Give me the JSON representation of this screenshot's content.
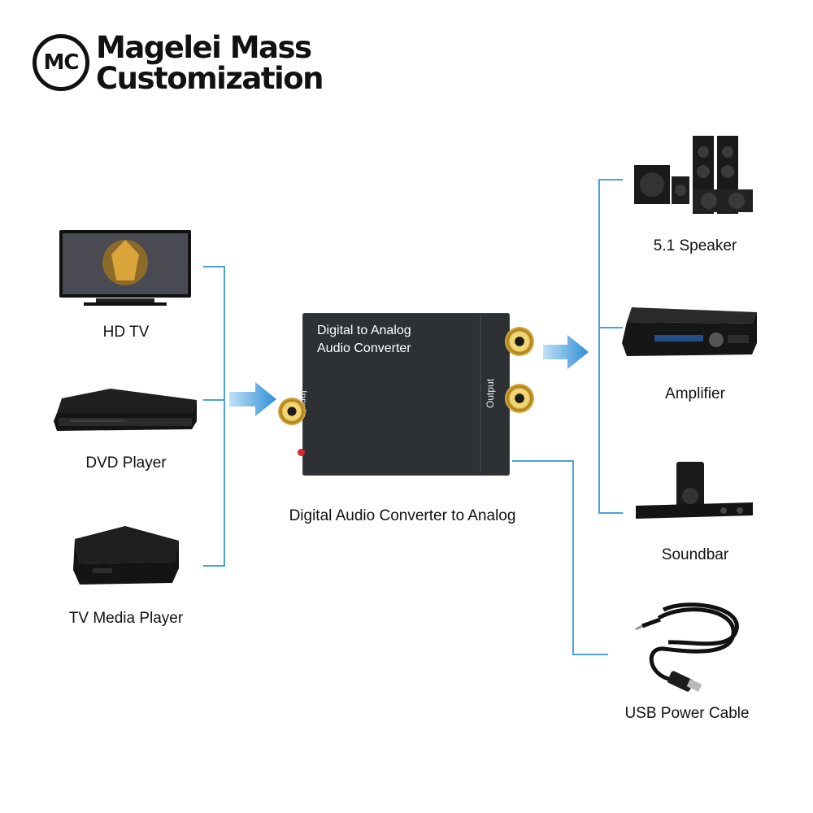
{
  "brand": {
    "monogram": "MC",
    "line1": "Magelei Mass",
    "line2": "Customization"
  },
  "inputs": [
    {
      "label": "HD TV",
      "icon": "tv-icon"
    },
    {
      "label": "DVD Player",
      "icon": "dvd-player-icon"
    },
    {
      "label": "TV Media Player",
      "icon": "media-player-icon"
    }
  ],
  "converter": {
    "title_line1": "Digital to Analog",
    "title_line2": "Audio Converter",
    "input_label": "Input",
    "output_label": "Output",
    "caption": "Digital Audio Converter to Analog"
  },
  "outputs": [
    {
      "label": "5.1 Speaker",
      "icon": "speaker-system-icon"
    },
    {
      "label": "Amplifier",
      "icon": "amplifier-icon"
    },
    {
      "label": "Soundbar",
      "icon": "soundbar-icon"
    },
    {
      "label": "USB Power Cable",
      "icon": "usb-cable-icon"
    }
  ],
  "colors": {
    "connector_line": "#4aa3d8",
    "arrow": "#2f8fd8",
    "converter_body": "#2e3134"
  }
}
